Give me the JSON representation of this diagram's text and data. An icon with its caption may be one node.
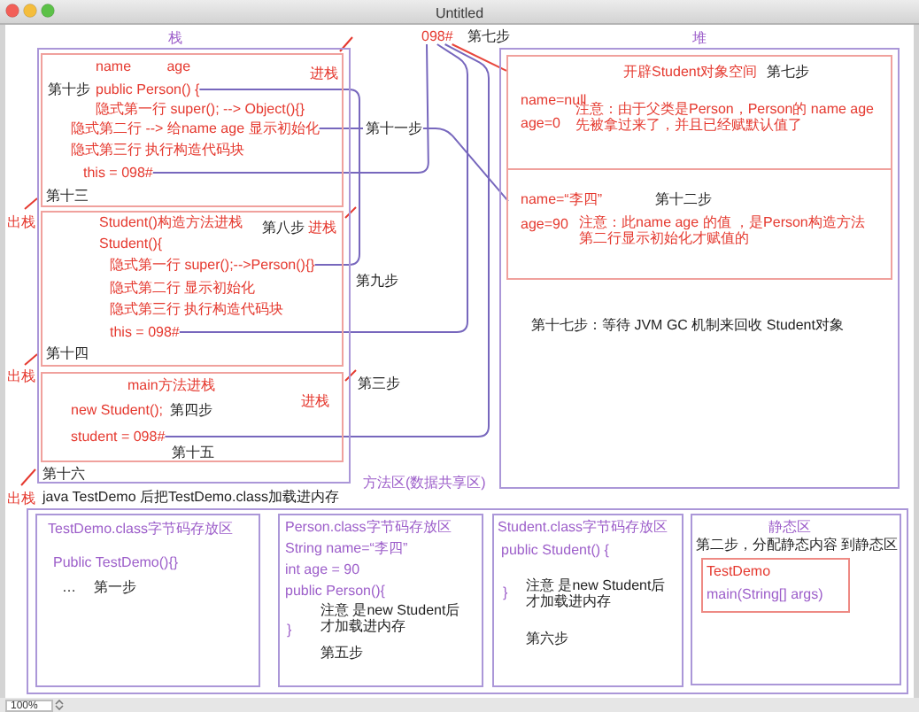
{
  "diagram": {
    "nodes": [
      {
        "text": [
          "栈"
        ]
      },
      {
        "text": [
          "name age",
          "进栈",
          "隐式第一行 super(); --> Object(){}",
          "隐式第三行 执行构造代码块",
          "第十三"
        ],
        "in": 0,
        "beside": [
          "出栈"
        ]
      },
      {
        "text": [
          "public Person() {"
        ],
        "in": 1,
        "beside": [
          "第十步"
        ]
      },
      {
        "text": [
          "隐式第二行 --> 给name age 显示初始化"
        ],
        "in": 1
      },
      {
        "text": [
          "this = 098#"
        ],
        "in": 1
      },
      {
        "text": [
          "Student()构造方法进栈",
          "第八步",
          "进栈",
          "Student(){",
          "隐式第二行 显示初始化",
          "隐式第三行 执行构造代码块",
          "第十四"
        ],
        "in": 0,
        "beside": [
          "出栈"
        ]
      },
      {
        "text": [
          "隐式第一行 super();-->Person(){}"
        ],
        "in": 5,
        "beside": [
          "第九步"
        ]
      },
      {
        "text": [
          "this = 098#"
        ],
        "in": 5
      },
      {
        "text": [
          "main方法进栈",
          "进栈",
          "new Student();",
          "第四步"
        ],
        "in": 0,
        "beside": [
          "第三步",
          "第十六",
          "出栈"
        ]
      },
      {
        "text": [
          "student = 098#"
        ],
        "in": 8,
        "beside": [
          "第十五"
        ]
      },
      {
        "text": [
          "098#"
        ],
        "beside": [
          "第七步"
        ]
      },
      {
        "text": [
          "堆",
          "第十七步：等待 JVM GC 机制来回收 Student对象"
        ]
      },
      {
        "text": [
          "开辟Student对象空间",
          "第七步",
          "name=null",
          "age=0",
          "注意：由于父类是Person，Person的 name age先被拿过来了，并且已经赋默认值了"
        ],
        "in": 11
      },
      {
        "text": [
          "name=“李四”",
          "第十二步",
          "age=90",
          "注意：此name age 的值 ，是Person构造方法第二行显示初始化才赋值的"
        ],
        "in": 12
      },
      {
        "text": [
          "方法区(数据共享区)"
        ]
      },
      {
        "text": [
          "TestDemo.class字节码存放区",
          "Public TestDemo(){}",
          "…",
          "第一步"
        ],
        "in": 14
      },
      {
        "text": [
          "Person.class字节码存放区",
          "String name=“李四”",
          "int age = 90",
          "public Person(){",
          "注意 是new Student后才加载进内存",
          "}",
          "第五步"
        ],
        "in": 14
      },
      {
        "text": [
          "Student.class字节码存放区",
          "public Student() {",
          "}",
          "注意 是new Student后才加载进内存",
          "第六步"
        ],
        "in": 14
      },
      {
        "text": [
          "静态区",
          "第二步，分配静态内容 到静态区"
        ],
        "in": 14
      },
      {
        "text": [
          "TestDemo",
          "main(String[] args)"
        ],
        "in": 18
      }
    ],
    "edges": [
      {
        "from": 4,
        "to": 10,
        "arrow": "none"
      },
      {
        "from": 3,
        "to": 13,
        "arrow": "none",
        "label": "第十一步"
      },
      {
        "from": 6,
        "to": 2,
        "arrow": "none"
      },
      {
        "from": 7,
        "to": 10,
        "arrow": "none"
      },
      {
        "from": 9,
        "to": 10,
        "arrow": "none"
      },
      {
        "from": 10,
        "to": 12,
        "arrow": "none",
        "color": "#e8463c"
      }
    ],
    "labels": [
      "Untitled",
      "java TestDemo 后把TestDemo.class加载进内存",
      "100%"
    ]
  }
}
